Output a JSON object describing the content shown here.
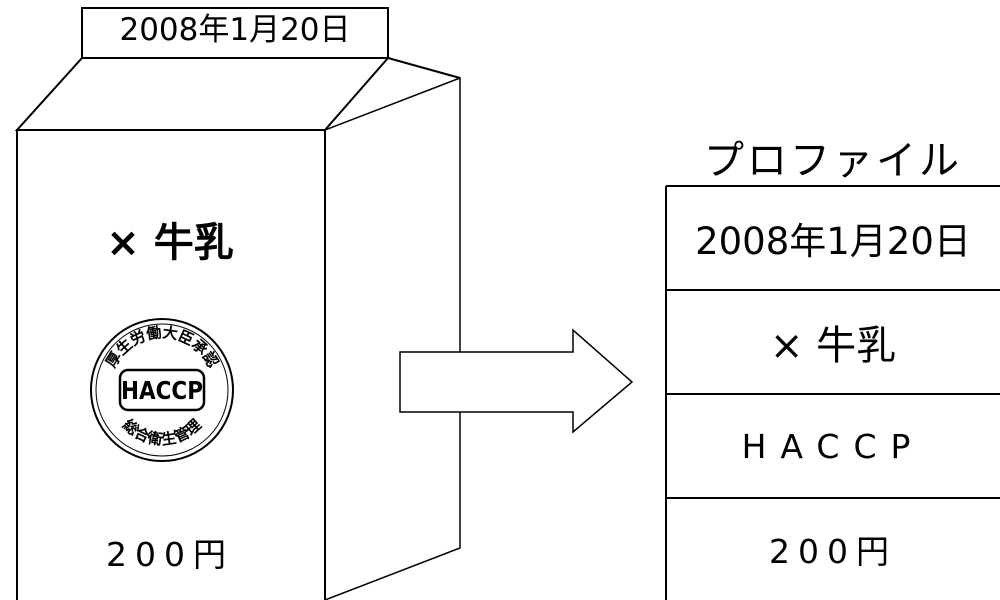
{
  "carton": {
    "date": "2008年1月20日",
    "product": "× 牛乳",
    "price": "200円",
    "seal": {
      "top_text": "厚生労働大臣承認",
      "center_text": "HACCP",
      "bottom_text": "総合衛生管理"
    }
  },
  "profile": {
    "title": "プロファイル",
    "rows": [
      {
        "value": "2008年1月20日"
      },
      {
        "value": "× 牛乳"
      },
      {
        "value": "HACCP"
      },
      {
        "value": "200円"
      }
    ]
  }
}
